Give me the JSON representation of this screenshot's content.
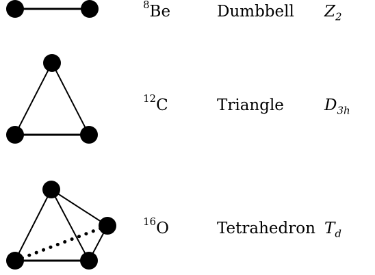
{
  "rows": [
    {
      "id": "be8",
      "nucleus": {
        "mass_number": "8",
        "element": "Be"
      },
      "shape": "Dumbbell",
      "symmetry": {
        "letter": "Z",
        "subscript": "2"
      }
    },
    {
      "id": "c12",
      "nucleus": {
        "mass_number": "12",
        "element": "C"
      },
      "shape": "Triangle",
      "symmetry": {
        "letter": "D",
        "subscript": "3h"
      }
    },
    {
      "id": "o16",
      "nucleus": {
        "mass_number": "16",
        "element": "O"
      },
      "shape": "Tetrahedron",
      "symmetry": {
        "letter": "T",
        "subscript": "d"
      }
    }
  ],
  "colors": {
    "ink": "#000000",
    "background": "#ffffff"
  }
}
